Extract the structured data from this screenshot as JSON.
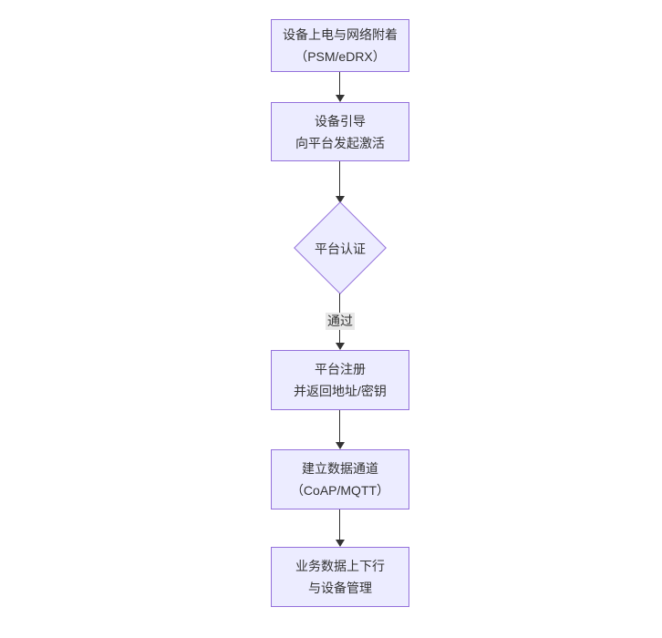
{
  "diagram": {
    "type": "flowchart-top-down",
    "colors": {
      "background": "#ffffff",
      "node_fill": "#ECECFF",
      "node_border": "#9370DB",
      "text": "#333333",
      "arrow": "#333333",
      "edge_label_bg": "#e8e8e8"
    },
    "nodes": [
      {
        "id": "power-on",
        "shape": "rect",
        "lines": [
          "设备上电与网络附着",
          "（PSM/eDRX）"
        ]
      },
      {
        "id": "bootstrap",
        "shape": "rect",
        "lines": [
          "设备引导",
          "向平台发起激活"
        ]
      },
      {
        "id": "auth",
        "shape": "diamond",
        "lines": [
          "平台认证"
        ]
      },
      {
        "id": "register",
        "shape": "rect",
        "lines": [
          "平台注册",
          "并返回地址/密钥"
        ]
      },
      {
        "id": "channel",
        "shape": "rect",
        "lines": [
          "建立数据通道",
          "（CoAP/MQTT）"
        ]
      },
      {
        "id": "business",
        "shape": "rect",
        "lines": [
          "业务数据上下行",
          "与设备管理"
        ]
      }
    ],
    "edges": [
      {
        "from": "power-on",
        "to": "bootstrap",
        "label": ""
      },
      {
        "from": "bootstrap",
        "to": "auth",
        "label": ""
      },
      {
        "from": "auth",
        "to": "register",
        "label": "通过"
      },
      {
        "from": "register",
        "to": "channel",
        "label": ""
      },
      {
        "from": "channel",
        "to": "business",
        "label": ""
      }
    ]
  }
}
